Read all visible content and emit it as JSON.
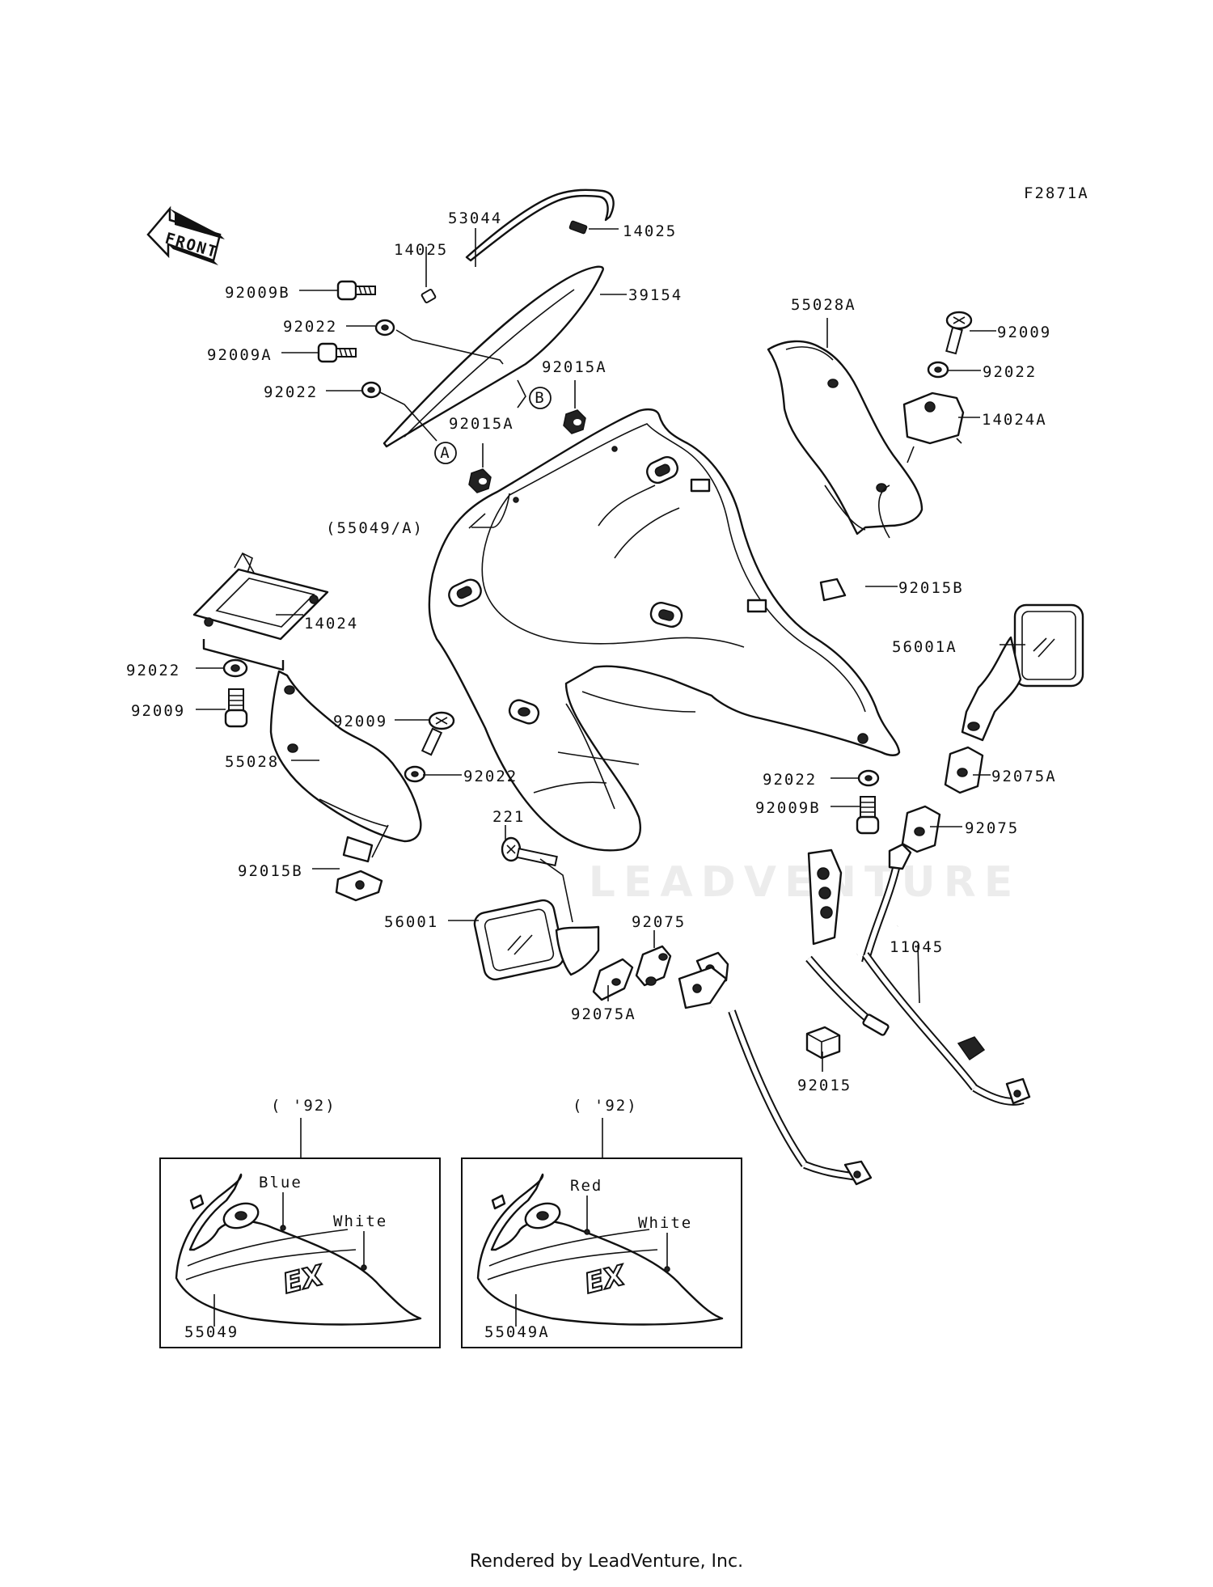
{
  "diagram": {
    "code": "F2871A",
    "direction_label": "FRONT",
    "parts": [
      {
        "id": "p53044",
        "number": "53044"
      },
      {
        "id": "p14025a",
        "number": "14025"
      },
      {
        "id": "p14025b",
        "number": "14025"
      },
      {
        "id": "p39154",
        "number": "39154"
      },
      {
        "id": "p92009B_tl",
        "number": "92009B"
      },
      {
        "id": "p92022_a",
        "number": "92022"
      },
      {
        "id": "p92009A",
        "number": "92009A"
      },
      {
        "id": "p92022_b",
        "number": "92022"
      },
      {
        "id": "p92015A_a",
        "number": "92015A"
      },
      {
        "id": "p92015A_b",
        "number": "92015A"
      },
      {
        "id": "p55049A_main",
        "number": "(55049/A)"
      },
      {
        "id": "p55028A",
        "number": "55028A"
      },
      {
        "id": "p92009_tr",
        "number": "92009"
      },
      {
        "id": "p92022_tr",
        "number": "92022"
      },
      {
        "id": "p14024A",
        "number": "14024A"
      },
      {
        "id": "p92015B_r",
        "number": "92015B"
      },
      {
        "id": "p56001A",
        "number": "56001A"
      },
      {
        "id": "p92075A_r",
        "number": "92075A"
      },
      {
        "id": "p92075_r",
        "number": "92075"
      },
      {
        "id": "p92022_r",
        "number": "92022"
      },
      {
        "id": "p92009B_r",
        "number": "92009B"
      },
      {
        "id": "p14024",
        "number": "14024"
      },
      {
        "id": "p92022_l",
        "number": "92022"
      },
      {
        "id": "p92009_l",
        "number": "92009"
      },
      {
        "id": "p92009_m",
        "number": "92009"
      },
      {
        "id": "p92022_m",
        "number": "92022"
      },
      {
        "id": "p55028",
        "number": "55028"
      },
      {
        "id": "p92015B_l",
        "number": "92015B"
      },
      {
        "id": "p221",
        "number": "221"
      },
      {
        "id": "p56001",
        "number": "56001"
      },
      {
        "id": "p92075_m",
        "number": "92075"
      },
      {
        "id": "p92075A_m",
        "number": "92075A"
      },
      {
        "id": "p11045",
        "number": "11045"
      },
      {
        "id": "p92015",
        "number": "92015"
      }
    ],
    "reference_marks": [
      "A",
      "B",
      "A",
      "B"
    ],
    "insets": [
      {
        "year": "( '92)",
        "color_upper": "Blue",
        "color_lower": "White",
        "part": "55049",
        "logo": "EX"
      },
      {
        "year": "( '92)",
        "color_upper": "Red",
        "color_lower": "White",
        "part": "55049A",
        "logo": "EX"
      }
    ],
    "watermark": "LEADVENTURE"
  },
  "footer": "Rendered by LeadVenture, Inc."
}
